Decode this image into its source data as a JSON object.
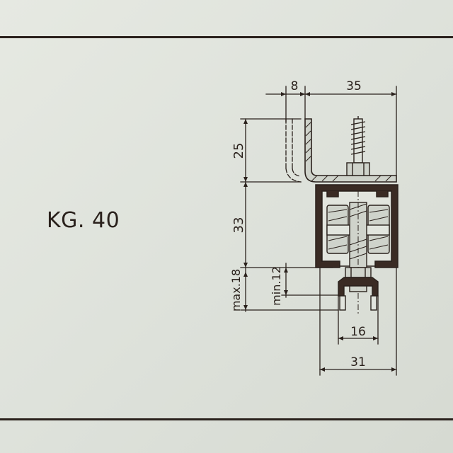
{
  "model": {
    "label": "KG. 40"
  },
  "dimensions": {
    "bracket_gap": "8",
    "bracket_width": "35",
    "bracket_height": "25",
    "rail_height": "33",
    "max_gap": "max.18",
    "min_gap": "min.12",
    "roller_width": "16",
    "carriage_width": "31"
  },
  "colors": {
    "ink": "#2a211c",
    "paper": "#dfe3dc"
  }
}
